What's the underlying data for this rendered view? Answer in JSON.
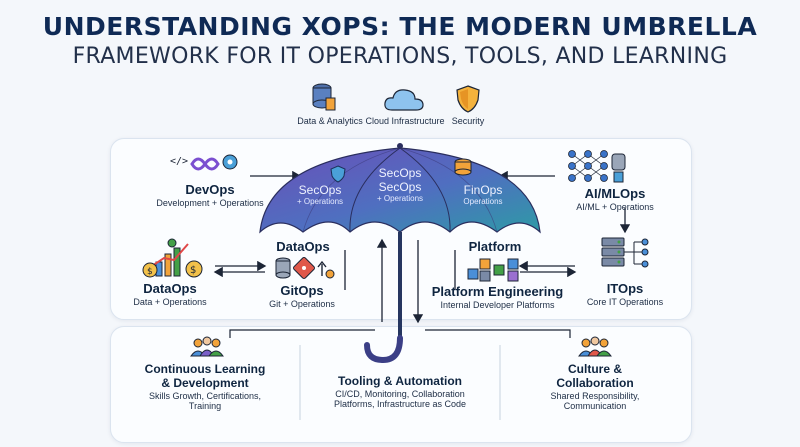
{
  "header": {
    "title_line1": "UNDERSTANDING XOPS: THE MODERN UMBRELLA",
    "title_line2": "FRAMEWORK FOR IT OPERATIONS, TOOLS, AND LEARNING"
  },
  "top_icons": {
    "data_analytics": "Data & Analytics",
    "cloud_infrastructure": "Cloud Infrastructure",
    "security": "Security"
  },
  "umbrella": {
    "left_panel": {
      "title": "SecOps",
      "sub": "+ Operations"
    },
    "center_panel": {
      "title1": "SecOps",
      "title2": "SecOps",
      "sub": "+ Operations"
    },
    "right_panel": {
      "title": "FinOps",
      "sub": "Operations"
    }
  },
  "nodes": {
    "devops": {
      "title": "DevOps",
      "sub": "Development + Operations"
    },
    "aimlops": {
      "title": "AI/MLOps",
      "sub": "AI/ML + Operations"
    },
    "dataops_left": {
      "title": "DataOps",
      "sub": "Data + Operations"
    },
    "dataops_center": {
      "title": "DataOps"
    },
    "gitops": {
      "title": "GitOps",
      "sub": "Git  + Operations"
    },
    "platform": {
      "title": "Platform",
      "title2": "Platform Engineering",
      "sub": "Internal Developer Platforms"
    },
    "itops": {
      "title": "ITOps",
      "sub": "Core IT Operations"
    }
  },
  "bottom": {
    "learning": {
      "title": "Continuous Learning & Development",
      "sub": "Skills Growth, Certifications, Training"
    },
    "tooling": {
      "title": "Tooling & Automation",
      "sub": "CI/CD, Monitoring, Collaboration Platforms, Infrastructure as Code"
    },
    "culture": {
      "title": "Culture & Collaboration",
      "sub": "Shared Responsibility, Communication"
    }
  },
  "colors": {
    "navy": "#0f2a55",
    "umbrella_purple": "#5b53b4",
    "umbrella_teal": "#2e9aa6",
    "green": "#43a047",
    "orange": "#f2a33a"
  }
}
